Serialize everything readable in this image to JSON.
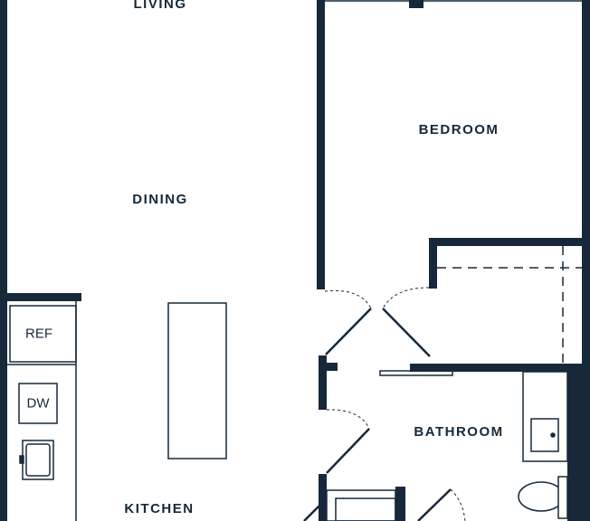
{
  "rooms": {
    "living": "LIVING",
    "dining": "DINING",
    "bedroom": "BEDROOM",
    "bathroom": "BATHROOM",
    "kitchen": "KITCHEN"
  },
  "appliances": {
    "ref": "REF",
    "dw": "DW"
  },
  "colors": {
    "wall": "#16283a",
    "line": "#16283a",
    "background": "#ffffff"
  },
  "icons": [
    "door-swing-icon",
    "sink-icon",
    "toilet-icon",
    "bathtub-icon",
    "kitchen-island-icon"
  ]
}
